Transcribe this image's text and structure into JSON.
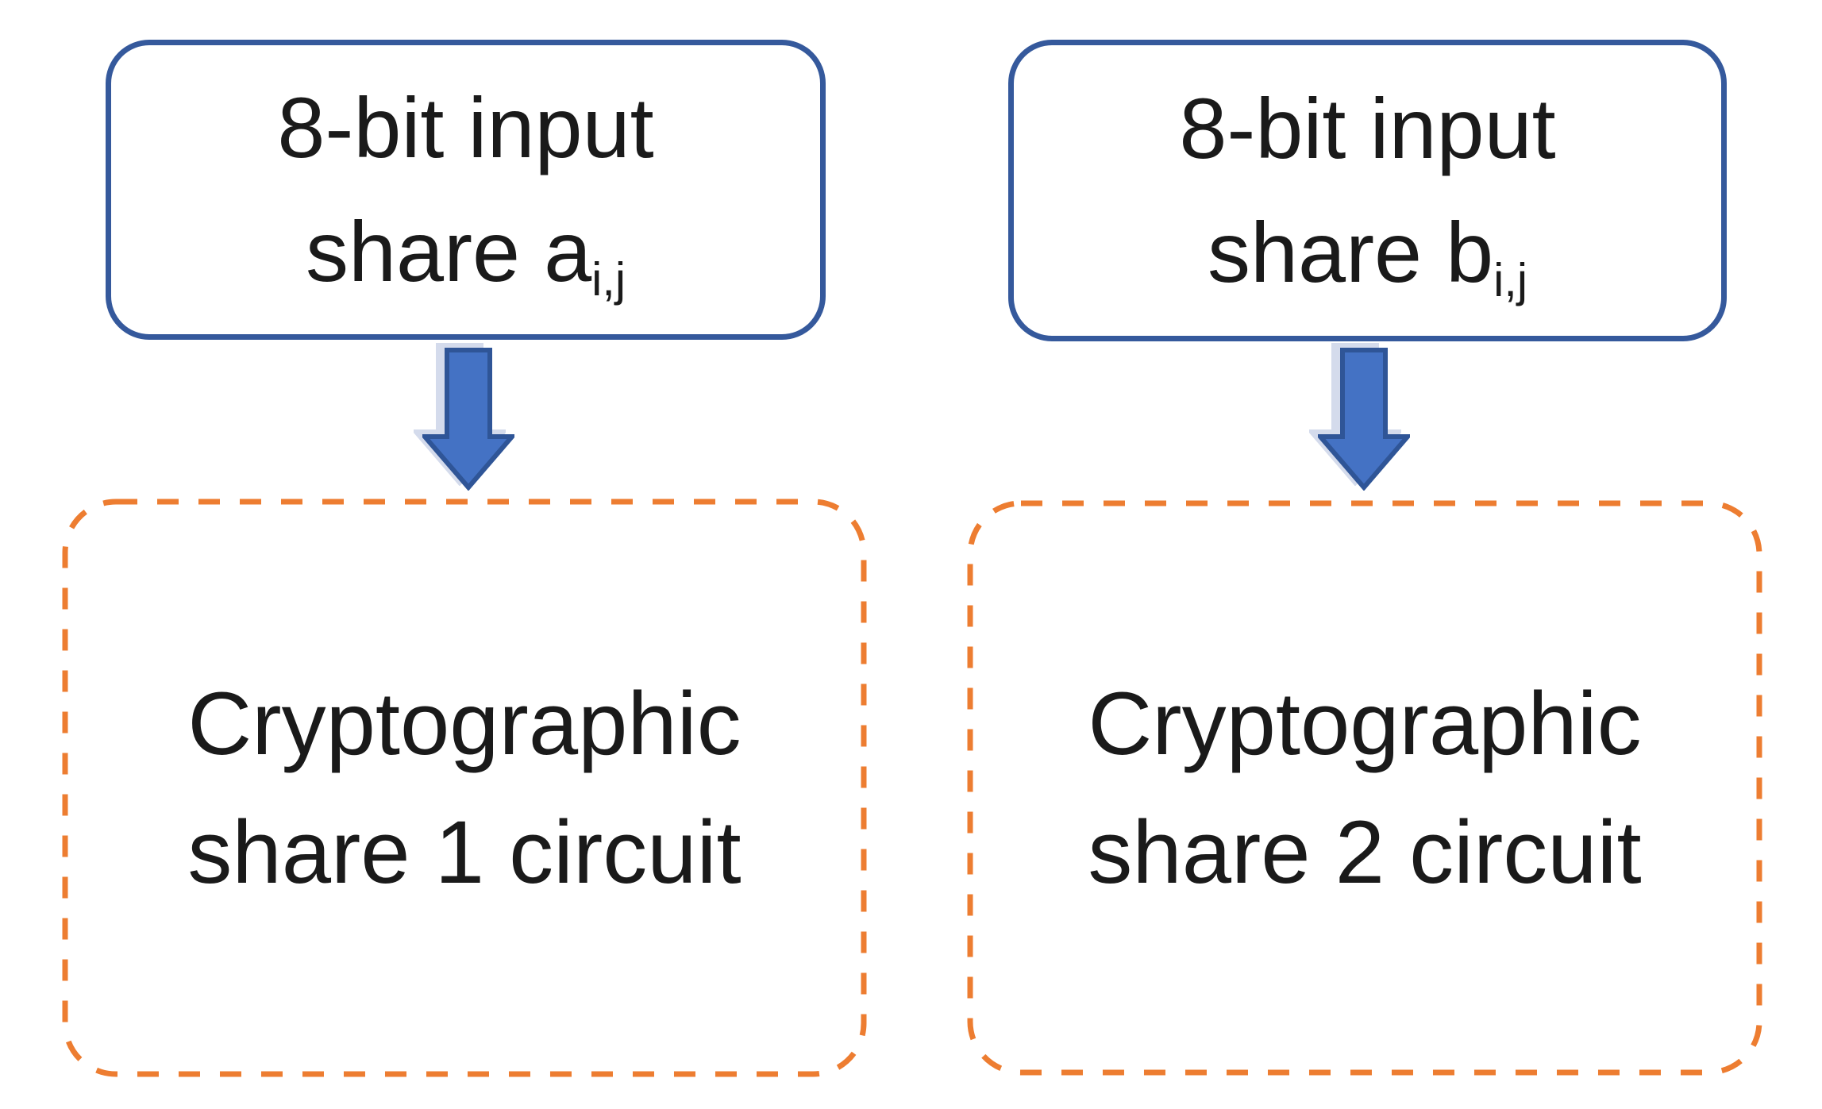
{
  "diagram": {
    "description_labels": {
      "input_nodes_style": "rounded-rectangle-solid-blue-border",
      "circuit_nodes_style": "rounded-rectangle-dashed-orange-border"
    }
  },
  "colors": {
    "input_border_blue": "#35599c",
    "arrow_fill_blue": "#4472c4",
    "arrow_outline_blue": "#2f5597",
    "arrow_shadow": "#d4dbec",
    "circuit_border_orange": "#ed7d31",
    "text": "#1a1a1a",
    "background": "#ffffff"
  },
  "icons": {
    "arrow_a": "block-down-arrow",
    "arrow_b": "block-down-arrow"
  },
  "nodes": {
    "input_a": {
      "line1": "8-bit input",
      "line2_base": "share a",
      "line2_sub": "i,j"
    },
    "input_b": {
      "line1": "8-bit input",
      "line2_base": "share b",
      "line2_sub": "i,j"
    },
    "circuit_1": {
      "line1": "Cryptographic",
      "line2": "share 1 circuit"
    },
    "circuit_2": {
      "line1": "Cryptographic",
      "line2": "share 2 circuit"
    }
  }
}
